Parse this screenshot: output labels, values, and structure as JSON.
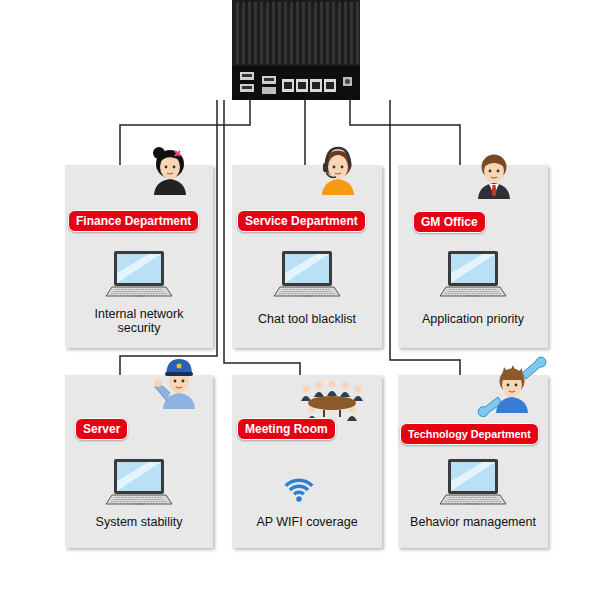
{
  "diagram": {
    "nodes": [
      {
        "text": [
          "Internal network security"
        ]
      },
      {
        "text": [
          "Finance Department"
        ],
        "in": 0
      },
      {
        "text": [
          "Chat tool blacklist"
        ]
      },
      {
        "text": [
          "Service Department"
        ],
        "in": 2
      },
      {
        "text": [
          "Application priority"
        ]
      },
      {
        "text": [
          "GM Office"
        ],
        "in": 4
      },
      {
        "text": [
          "System stability"
        ]
      },
      {
        "text": [
          "Server"
        ],
        "in": 6
      },
      {
        "text": [
          "AP WIFI coverage"
        ]
      },
      {
        "text": [
          "Meeting Room"
        ],
        "in": 8
      },
      {
        "text": [
          "Behavior management"
        ]
      },
      {
        "text": [
          "Technology Department"
        ],
        "in": 10
      }
    ]
  }
}
